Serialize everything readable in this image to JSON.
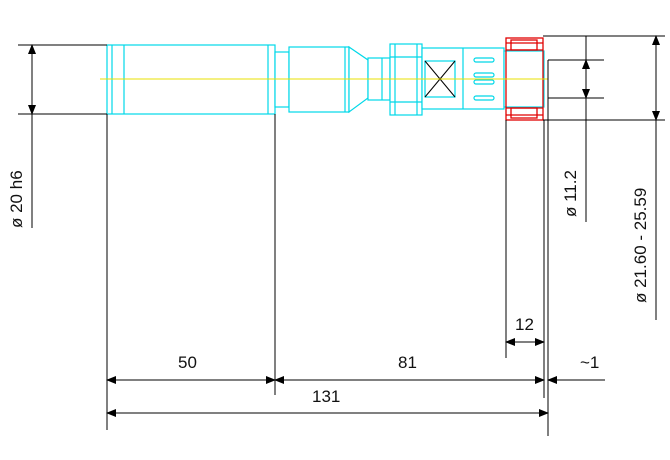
{
  "dimensions": {
    "shank_diameter": "ø 20 h6",
    "inner_diameter": "ø 11.2",
    "clamp_range": "ø 21.60 - 25.59",
    "length_shank": "50",
    "length_body": "81",
    "length_total": "131",
    "length_head": "12",
    "offset": "~1"
  },
  "colors": {
    "outline": "#00d8e8",
    "centerline": "#e9e000",
    "clamp_head": "#e00000",
    "dimension": "#000000"
  }
}
